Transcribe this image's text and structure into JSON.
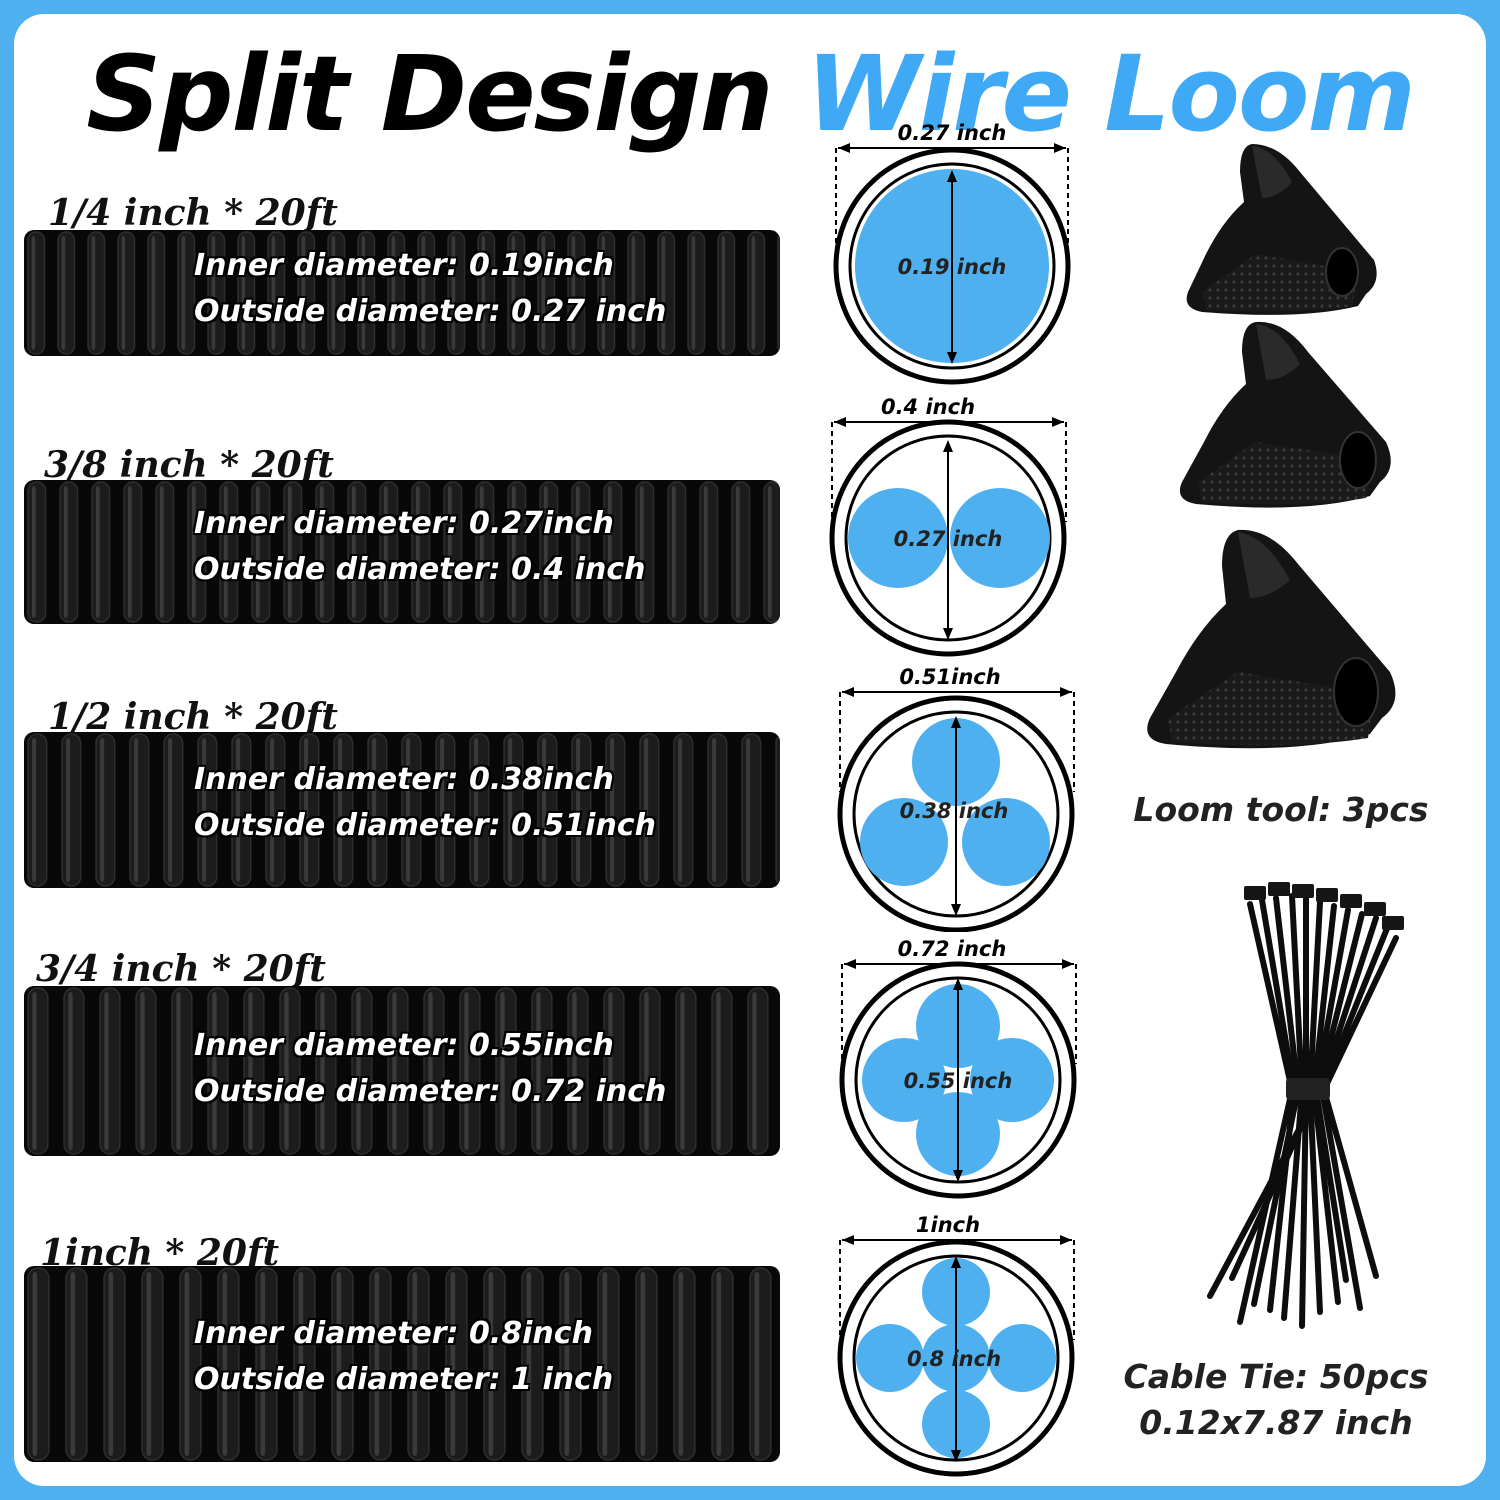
{
  "title": {
    "part1": "Split Design",
    "part2": "Wire Loom"
  },
  "colors": {
    "accent": "#3fa9f5",
    "border": "#4fb0f0",
    "circle_fill": "#4fb0f0",
    "loom": "#080808"
  },
  "rows": [
    {
      "label": "1/4 inch * 20ft",
      "inner": "Inner diameter:  0.19inch",
      "outside": "Outside diameter:  0.27 inch",
      "outer_dim": "0.27 inch",
      "inner_dim": "0.19 inch"
    },
    {
      "label": "3/8 inch * 20ft",
      "inner": "Inner diameter:  0.27inch",
      "outside": "Outside diameter:  0.4 inch",
      "outer_dim": "0.4 inch",
      "inner_dim": "0.27 inch"
    },
    {
      "label": "1/2 inch * 20ft",
      "inner": "Inner diameter:  0.38inch",
      "outside": "Outside diameter:  0.51inch",
      "outer_dim": "0.51inch",
      "inner_dim": "0.38 inch"
    },
    {
      "label": "3/4 inch * 20ft",
      "inner": "Inner diameter:  0.55inch",
      "outside": "Outside diameter:  0.72 inch",
      "outer_dim": "0.72 inch",
      "inner_dim": "0.55 inch"
    },
    {
      "label": "1inch * 20ft",
      "inner": "Inner diameter:  0.8inch",
      "outside": "Outside diameter:  1 inch",
      "outer_dim": "1inch",
      "inner_dim": "0.8 inch"
    }
  ],
  "loom_tool": {
    "label": "Loom tool: 3pcs"
  },
  "cable_tie": {
    "line1": "Cable Tie: 50pcs",
    "line2": "0.12x7.87 inch"
  }
}
